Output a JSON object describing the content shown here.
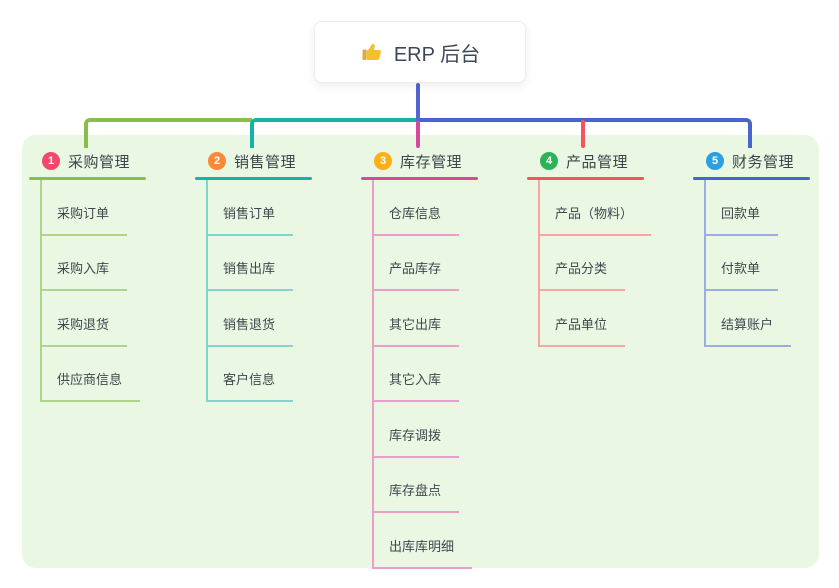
{
  "root": {
    "label": "ERP 后台",
    "icon": "thumbs-up-icon"
  },
  "colors": {
    "panel_bg": "#e9f7e3",
    "root_line": "#5166cf",
    "card_bg": "#ffffff",
    "text": "#3d444b"
  },
  "branches": [
    {
      "index": "1",
      "title": "采购管理",
      "colors": {
        "main": "#88bf4c",
        "light": "#aed489",
        "badge": "#f1496d"
      },
      "children": [
        "采购订单",
        "采购入库",
        "采购退货",
        "供应商信息"
      ]
    },
    {
      "index": "2",
      "title": "销售管理",
      "colors": {
        "main": "#14b3a5",
        "light": "#83d5cb",
        "badge": "#f9893a"
      },
      "children": [
        "销售订单",
        "销售出库",
        "销售退货",
        "客户信息"
      ]
    },
    {
      "index": "3",
      "title": "库存管理",
      "colors": {
        "main": "#d8499e",
        "light": "#eb9ecb",
        "badge": "#fcaf17"
      },
      "children": [
        "仓库信息",
        "产品库存",
        "其它出库",
        "其它入库",
        "库存调拨",
        "库存盘点",
        "出库库明细"
      ]
    },
    {
      "index": "4",
      "title": "产品管理",
      "colors": {
        "main": "#f4545b",
        "light": "#f9a3a7",
        "badge": "#2db357"
      },
      "children": [
        "产品（物料）",
        "产品分类",
        "产品单位"
      ]
    },
    {
      "index": "5",
      "title": "财务管理",
      "colors": {
        "main": "#4765cb",
        "light": "#9aaee3",
        "badge": "#2c9ee2"
      },
      "children": [
        "回款单",
        "付款单",
        "结算账户"
      ]
    }
  ]
}
